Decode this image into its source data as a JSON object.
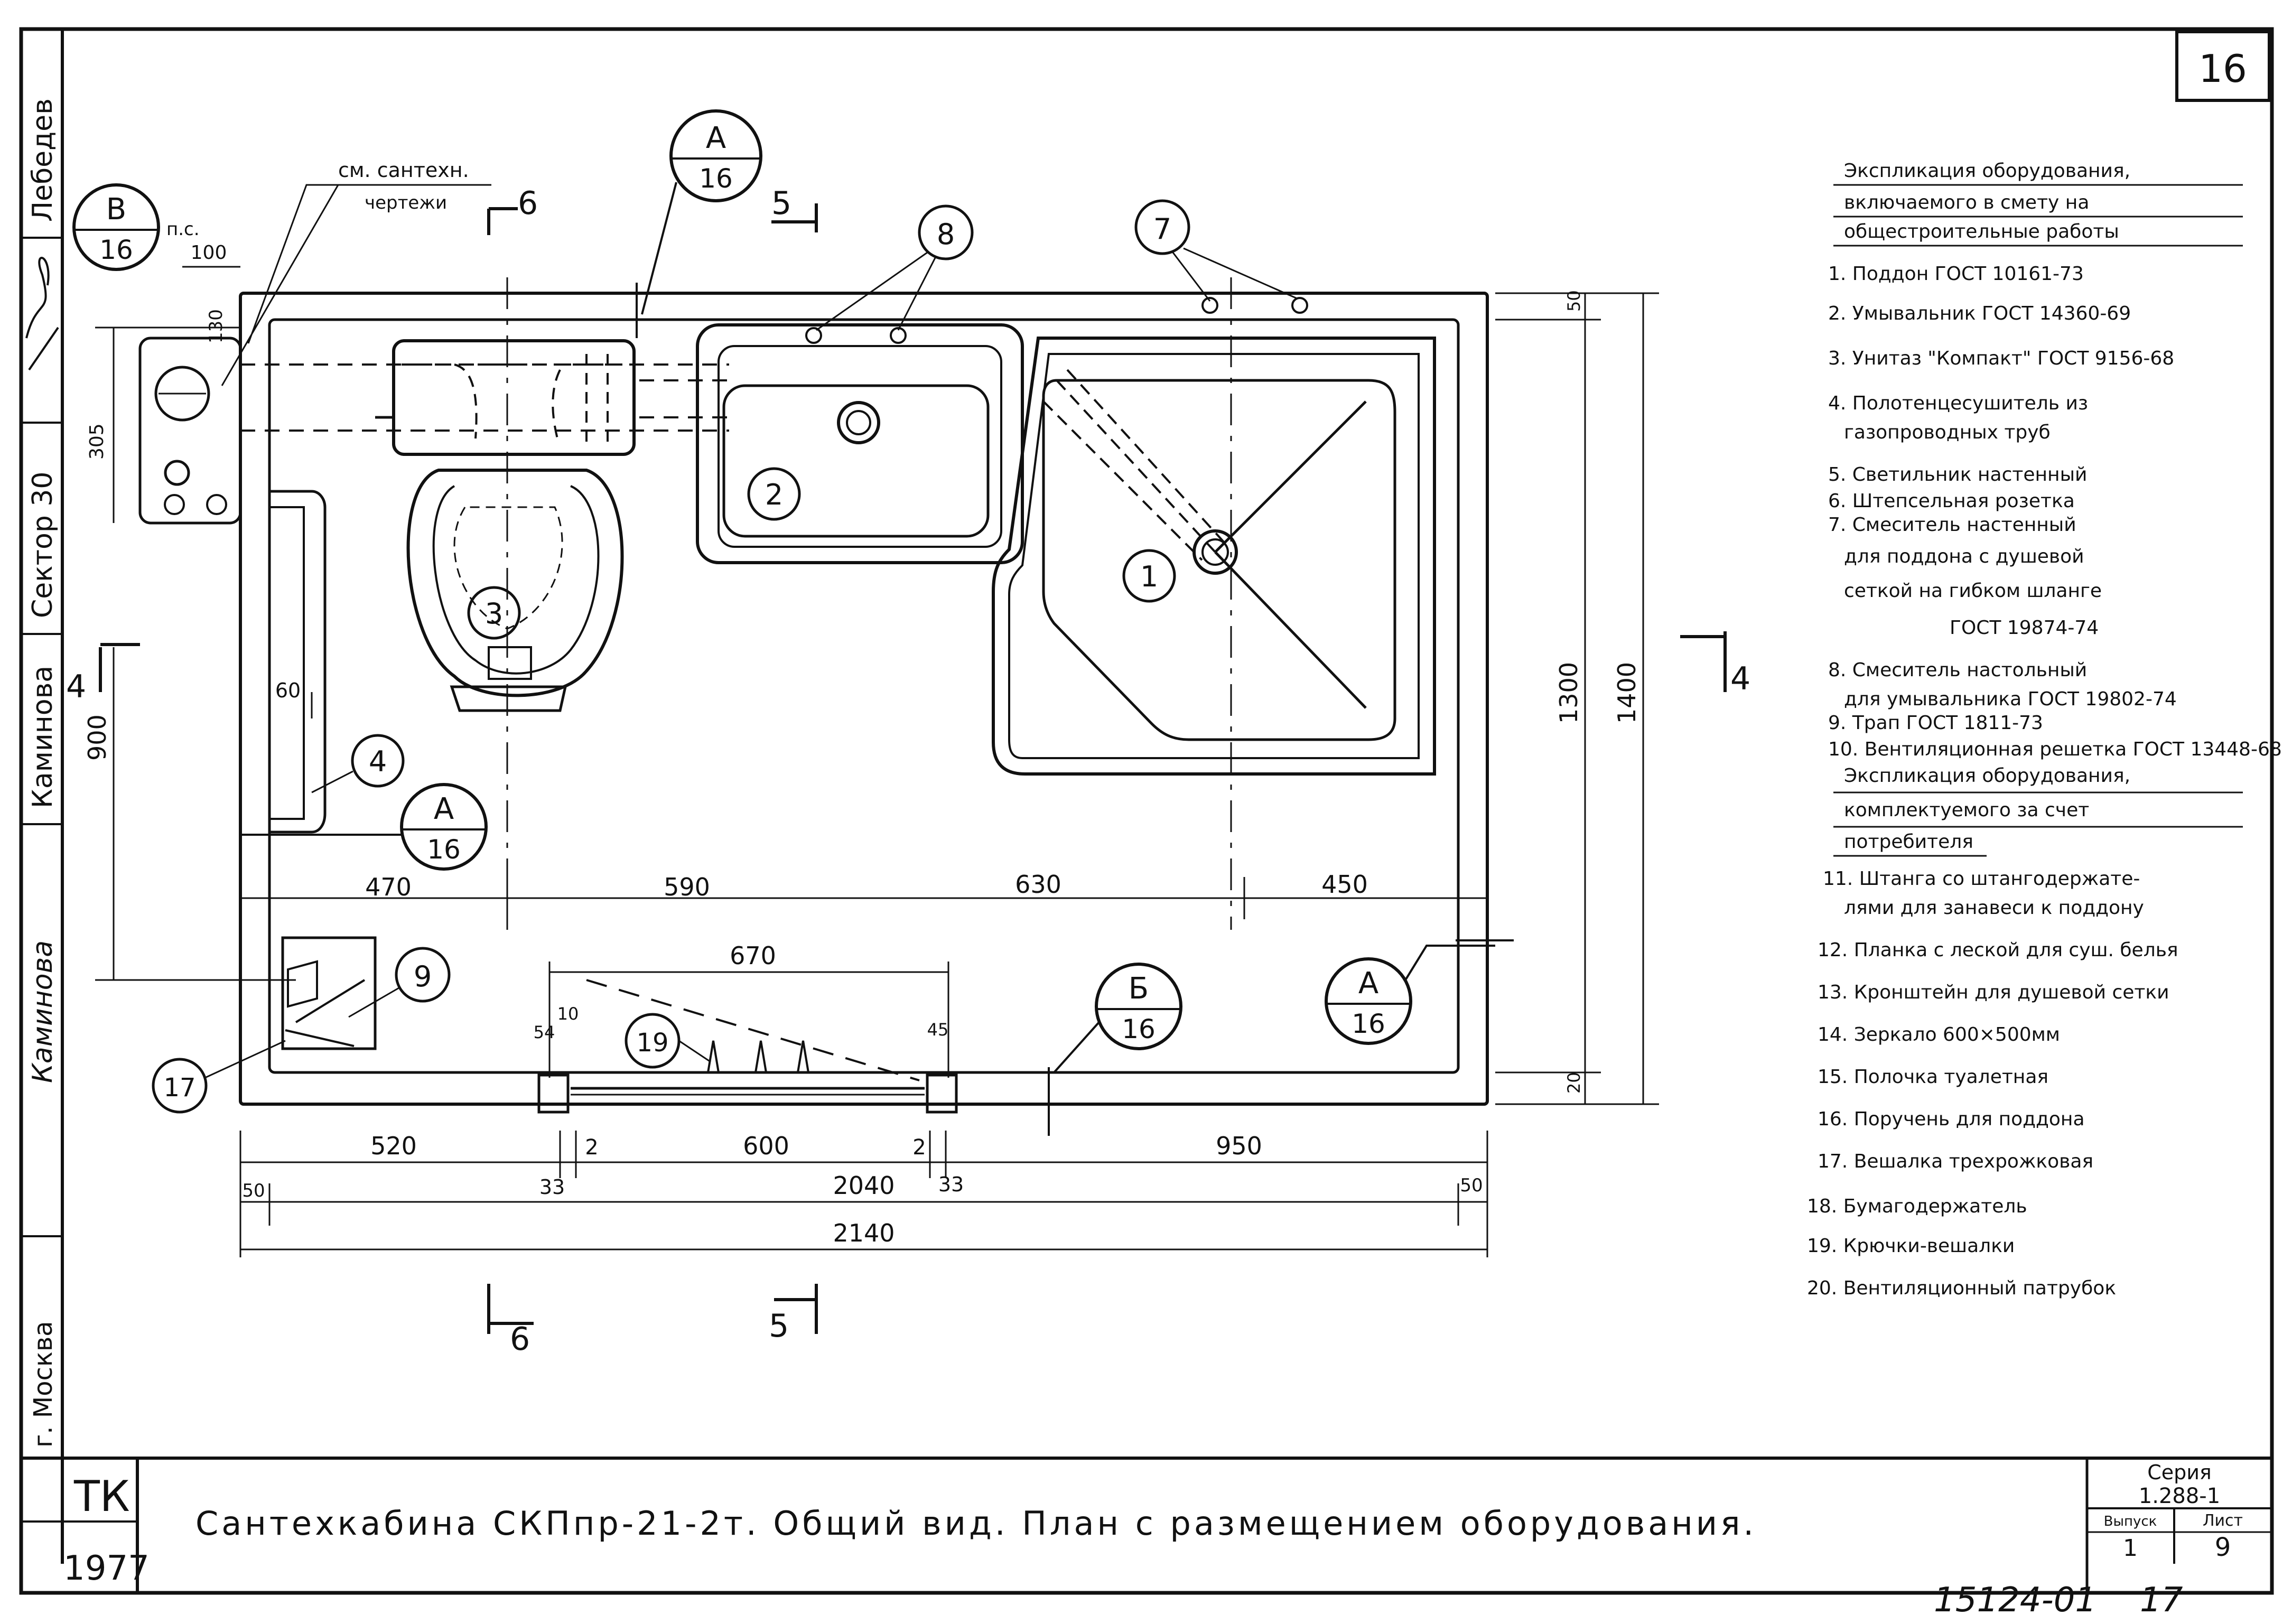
{
  "sheet": {
    "number": "16",
    "bottom_code": "15124-01",
    "bottom_page": "17"
  },
  "side_strip": {
    "names": [
      "Лебедев",
      "Каминова"
    ],
    "org": [
      "Сектор 30",
      "Каминова"
    ],
    "city": "г. Москва"
  },
  "title_block": {
    "tk": "ТК",
    "year": "1977",
    "title": "Сантехкабина СКПпр-21-2т. Общий вид. План с размещением оборудования.",
    "series_label": "Серия",
    "series_value": "1.288-1",
    "issue_label": "Выпуск",
    "issue_value": "1",
    "sheet_label": "Лист",
    "sheet_value": "9"
  },
  "plan": {
    "note": [
      "см. сантехн.",
      "чертежи"
    ],
    "ps_label": "п.с.",
    "section_marks": {
      "s6": "6",
      "s5": "5",
      "s4": "4"
    },
    "callouts": [
      {
        "top": "В",
        "bottom": "16"
      },
      {
        "top": "А",
        "bottom": "16"
      },
      {
        "top": "А",
        "bottom": "16"
      },
      {
        "top": "Б",
        "bottom": "16"
      },
      {
        "top": "А",
        "bottom": "16"
      }
    ],
    "item_numbers": [
      "1",
      "2",
      "3",
      "4",
      "7",
      "8",
      "9",
      "17",
      "19"
    ],
    "dims": {
      "d100": "100",
      "d130": "130",
      "d305": "305",
      "d60": "60",
      "d900": "900",
      "d470": "470",
      "d590": "590",
      "d630": "630",
      "d450": "450",
      "d670": "670",
      "d54": "54",
      "d10": "10",
      "d45": "45",
      "d520": "520",
      "d2a": "2",
      "d600": "600",
      "d2b": "2",
      "d950": "950",
      "d33a": "33",
      "d33b": "33",
      "d50a": "50",
      "d2040": "2040",
      "d50b": "50",
      "d2140": "2140",
      "d1300": "1300",
      "d1400": "1400",
      "d50c": "50",
      "d20": "20"
    }
  },
  "legend": {
    "header1": [
      "Экспликация оборудования,",
      "включаемого в смету на",
      "общестроительные работы"
    ],
    "items1": [
      "1. Поддон ГОСТ 10161-73",
      "2. Умывальник ГОСТ 14360-69",
      "3. Унитаз \"Компакт\" ГОСТ 9156-68",
      "4. Полотенцесушитель из",
      "газопроводных труб",
      "5. Светильник настенный",
      "6. Штепсельная розетка",
      "7. Смеситель настенный",
      "для поддона с душевой",
      "сеткой на гибком шланге",
      "ГОСТ 19874-74",
      "8. Смеситель настольный",
      "для умывальника ГОСТ 19802-74",
      "9. Трап ГОСТ 1811-73",
      "10. Вентиляционная решетка ГОСТ 13448-68"
    ],
    "header2": [
      "Экспликация оборудования,",
      "комплектуемого за счет",
      "потребителя"
    ],
    "items2": [
      "11. Штанга со штангодержате-",
      "лями для занавеси к поддону",
      "12. Планка с леской для суш. белья",
      "13. Кронштейн для душевой сетки",
      "14. Зеркало 600×500мм",
      "15. Полочка туалетная",
      "16. Поручень для поддона",
      "17. Вешалка трехрожковая",
      "18. Бумагодержатель",
      "19. Крючки-вешалки",
      "20. Вентиляционный патрубок"
    ]
  }
}
